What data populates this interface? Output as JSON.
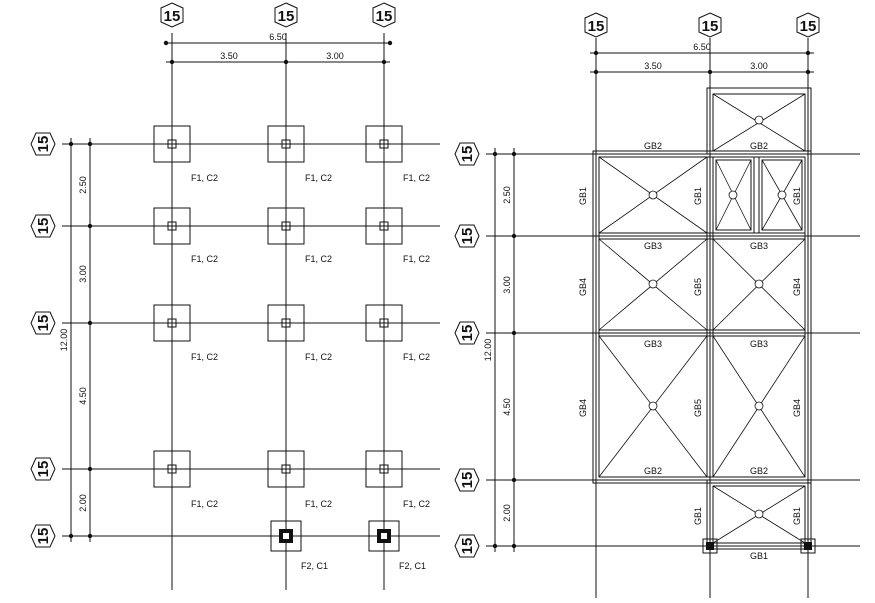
{
  "grid_bubble_label": "15",
  "left_plan": {
    "dims": {
      "overall_x": "6.50",
      "bay1_x": "3.50",
      "bay2_x": "3.00",
      "overall_y": "12.00",
      "spans_y": [
        "2.50",
        "3.00",
        "4.50",
        "2.00"
      ]
    },
    "footing_label_main": "F1, C2",
    "footing_label_end": "F2, C1"
  },
  "right_plan": {
    "dims": {
      "overall_x": "6.50",
      "bay1_x": "3.50",
      "bay2_x": "3.00",
      "overall_y": "12.00",
      "spans_y": [
        "2.50",
        "3.00",
        "4.50",
        "2.00"
      ]
    },
    "beam_labels": {
      "gb1": "GB1",
      "gb2": "GB2",
      "gb3": "GB3",
      "gb4": "GB4",
      "gb5": "GB5"
    }
  },
  "colors": {
    "line": "#111111",
    "background": "#ffffff"
  }
}
